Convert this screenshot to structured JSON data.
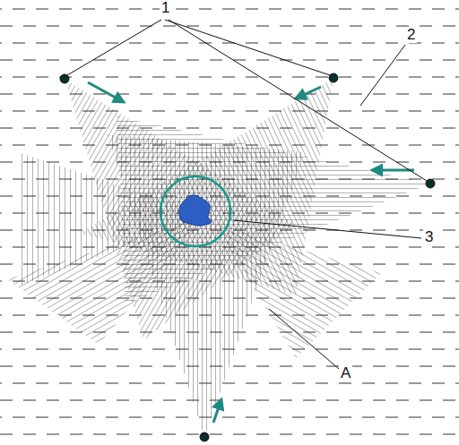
{
  "diagram": {
    "labels": [
      "1",
      "2",
      "3",
      "A"
    ]
  }
}
